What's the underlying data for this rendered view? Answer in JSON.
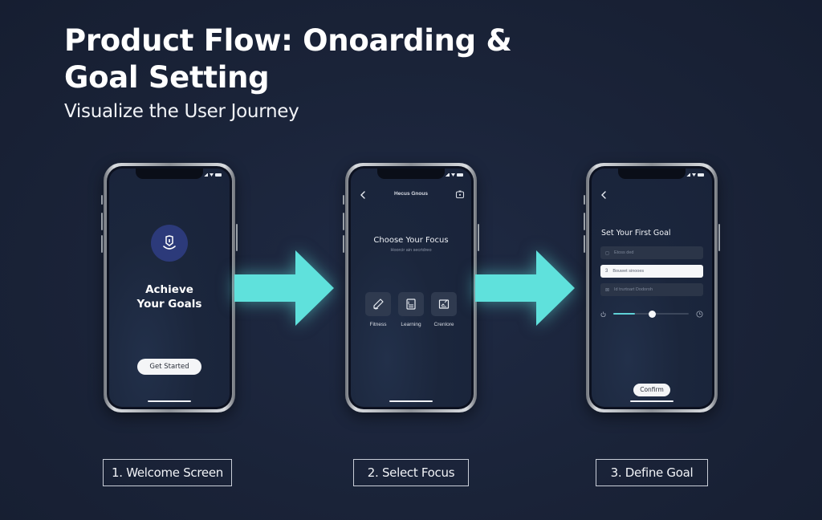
{
  "header": {
    "title": "Product Flow: Onoarding & Goal Setting",
    "subtitle": "Visualize the User Journey"
  },
  "colors": {
    "background": "#1b243a",
    "arrow": "#5fe1dc",
    "logo_circle": "#2c3a7a",
    "slider_fill": "#5fd1d6"
  },
  "screens": [
    {
      "step_label": "1. Welcome Screen",
      "logo_icon": "shield-icon",
      "title_line1": "Achieve",
      "title_line2": "Your Goals",
      "button_label": "Get Started"
    },
    {
      "step_label": "2. Select Focus",
      "nav_title": "Hecus Gnous",
      "back_icon": "chevron-left-icon",
      "right_icon": "camera-icon",
      "title": "Choose Your Focus",
      "subtitle": "Hoorcir ain secrtdreo",
      "options": [
        {
          "label": "Fitness",
          "icon": "pen-icon"
        },
        {
          "label": "Learning",
          "icon": "notebook-icon"
        },
        {
          "label": "Crenlore",
          "icon": "image-edit-icon"
        }
      ]
    },
    {
      "step_label": "3. Define Goal",
      "back_icon": "chevron-left-icon",
      "title": "Set Your First Goal",
      "fields": [
        {
          "icon": "◻",
          "value": "Etoss ded",
          "state": "dim"
        },
        {
          "icon": "3",
          "value": "Bouwet sinooes",
          "state": "active"
        },
        {
          "icon": "⊠",
          "value": "Id trurtoart Dodoroh",
          "state": "dim"
        }
      ],
      "slider": {
        "value_percent": 47,
        "fill_percent": 29,
        "left_icon": "power-icon",
        "right_icon": "clock-icon"
      },
      "button_label": "Confirm"
    }
  ]
}
